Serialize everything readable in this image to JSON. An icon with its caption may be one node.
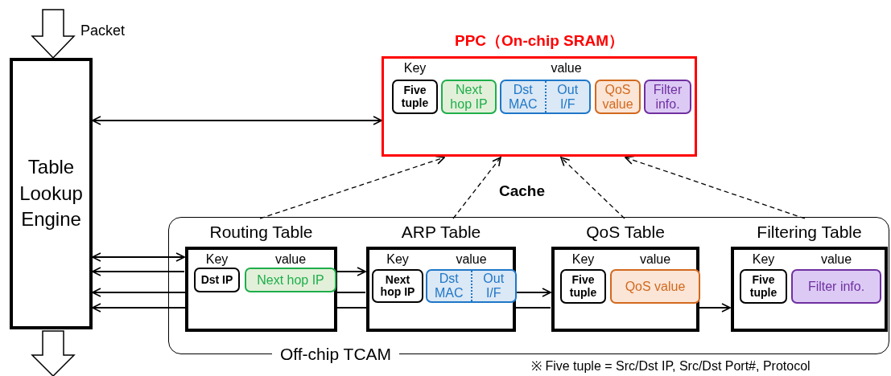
{
  "diagram": {
    "nodes": [
      {
        "text": [
          "Table Lookup Engine"
        ]
      },
      {
        "text": [
          "PPC（On-chip SRAM）",
          "Key",
          "value"
        ]
      },
      {
        "text": [
          "Five tuple"
        ],
        "in": 1
      },
      {
        "text": [
          "Next hop IP"
        ],
        "in": 1
      },
      {
        "text": [
          "Dst MAC",
          "Out I/F"
        ],
        "in": 1
      },
      {
        "text": [
          "QoS value"
        ],
        "in": 1
      },
      {
        "text": [
          "Filter info."
        ],
        "in": 1
      },
      {
        "text": [
          "Off-chip TCAM"
        ]
      },
      {
        "text": [
          "Routing Table",
          "Key",
          "value"
        ],
        "in": 7
      },
      {
        "text": [
          "Dst IP"
        ],
        "in": 8
      },
      {
        "text": [
          "Next hop IP"
        ],
        "in": 8
      },
      {
        "text": [
          "ARP Table",
          "Key",
          "value"
        ],
        "in": 7
      },
      {
        "text": [
          "Next hop IP"
        ],
        "in": 11
      },
      {
        "text": [
          "Dst MAC",
          "Out I/F"
        ],
        "in": 11
      },
      {
        "text": [
          "QoS Table",
          "Key",
          "value"
        ],
        "in": 7
      },
      {
        "text": [
          "Five tuple"
        ],
        "in": 14
      },
      {
        "text": [
          "QoS value"
        ],
        "in": 14
      },
      {
        "text": [
          "Filtering Table",
          "Key",
          "value"
        ],
        "in": 7
      },
      {
        "text": [
          "Five tuple"
        ],
        "in": 17
      },
      {
        "text": [
          "Filter info."
        ],
        "in": 17
      }
    ],
    "edges": [
      {
        "from": null,
        "to": 0,
        "arrow": "to",
        "label": "Packet",
        "style": "thick"
      },
      {
        "from": 0,
        "to": null,
        "arrow": "to",
        "style": "thick"
      },
      {
        "from": 0,
        "to": 1,
        "arrow": "both"
      },
      {
        "from": 0,
        "to": 8,
        "arrow": "both"
      },
      {
        "from": 8,
        "to": 11,
        "arrow": "to"
      },
      {
        "from": 8,
        "to": 0,
        "arrow": "to"
      },
      {
        "from": 11,
        "to": 14,
        "arrow": "to"
      },
      {
        "from": 11,
        "to": 0,
        "arrow": "to"
      },
      {
        "from": 14,
        "to": 17,
        "arrow": "to"
      },
      {
        "from": 14,
        "to": 0,
        "arrow": "to"
      },
      {
        "from": 8,
        "to": 1,
        "arrow": "to",
        "style": "dashed"
      },
      {
        "from": 11,
        "to": 1,
        "arrow": "to",
        "style": "dashed"
      },
      {
        "from": 14,
        "to": 1,
        "arrow": "to",
        "style": "dashed"
      },
      {
        "from": 17,
        "to": 1,
        "arrow": "to",
        "style": "dashed"
      }
    ],
    "labels": [
      "Cache",
      "※ Five tuple = Src/Dst IP, Src/Dst Port#, Protocol"
    ]
  }
}
